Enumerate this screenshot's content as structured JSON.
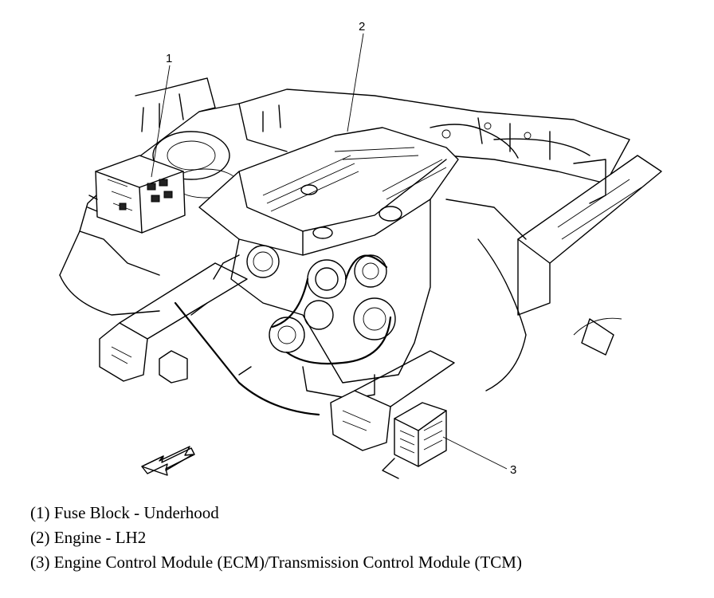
{
  "callouts": [
    {
      "number": "1",
      "label": "(1) Fuse Block - Underhood"
    },
    {
      "number": "2",
      "label": "(2) Engine - LH2"
    },
    {
      "number": "3",
      "label": "(3) Engine Control Module (ECM)/Transmission Control Module (TCM)"
    }
  ],
  "icons": {
    "direction_arrow": "front-direction-arrow-icon"
  }
}
